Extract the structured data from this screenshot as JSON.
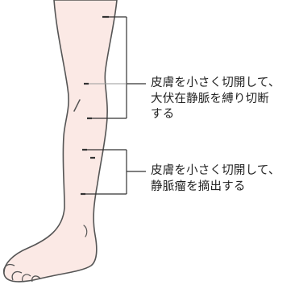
{
  "colors": {
    "skin_fill": "#fbe9e5",
    "skin_stroke": "#555555",
    "incision_mark": "#333333",
    "leader_line": "#333333",
    "text": "#222222",
    "background": "#ffffff"
  },
  "callouts": {
    "upper": {
      "line1": "皮膚を小さく切開して、",
      "line2": "大伏在静脈を縛り切断",
      "line3": "する"
    },
    "lower": {
      "line1": "皮膚を小さく切開して、",
      "line2": "静脈瘤を摘出する"
    }
  }
}
